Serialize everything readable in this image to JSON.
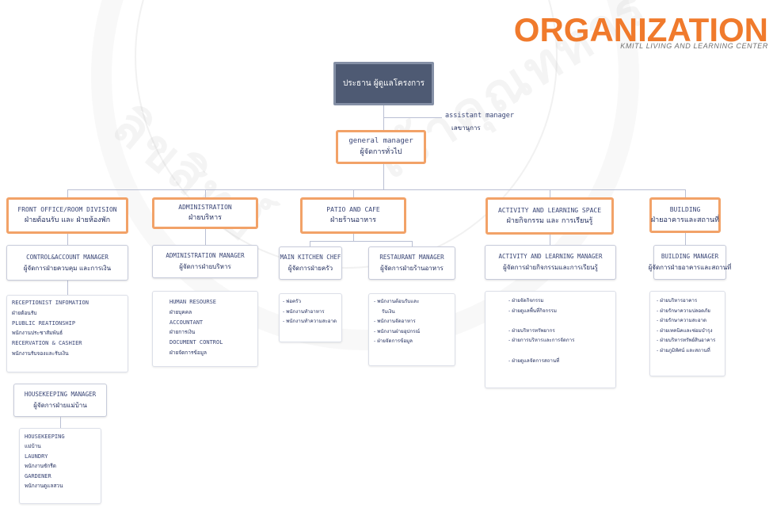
{
  "header": {
    "title": "ORGANIZATION",
    "subtitle": "KMITL LIVING AND LEARNING CENTER"
  },
  "top": {
    "label": "ประธาน ผู้ดูแลโครงการ"
  },
  "assistant": {
    "en": "assistant manager",
    "th": "เลขานุการ"
  },
  "gm": {
    "en": "general manager",
    "th": "ผู้จัดการทั่วไป"
  },
  "divisions": [
    {
      "en": "FRONT OFFICE/ROOM DIVISION",
      "th": "ฝ่ายต้อนรับ และ ฝ่ายห้องพัก"
    },
    {
      "en": "ADMINISTRATION",
      "th": "ฝ่ายบริหาร"
    },
    {
      "en": "PATIO AND CAFE",
      "th": "ฝ่ายร้านอาหาร"
    },
    {
      "en": "ACTIVITY AND LEARNING SPACE",
      "th": "ฝ่ายกิจกรรม และ การเรียนรู้"
    },
    {
      "en": "BUILDING",
      "th": "ฝ่ายอาคารและสถานที่"
    }
  ],
  "managers": {
    "control": {
      "en": "CONTROL&ACCOUNT MANAGER",
      "th": "ผู้จัดการฝ่ายควบคุม และการเงิน"
    },
    "admin": {
      "en": "ADMINISTRATION MANAGER",
      "th": "ผู้จัดการฝ่ายบริหาร"
    },
    "kitchen": {
      "en": "MAIN KITCHEN CHEF",
      "th": "ผู้จัดการฝ่ายครัว"
    },
    "restaurant": {
      "en": "RESTAURANT MANAGER",
      "th": "ผู้จัดการฝ่ายร้านอาหาร"
    },
    "activity": {
      "en": "ACTIVITY AND LEARNING MANAGER",
      "th": "ผู้จัดการฝ่ายกิจกรรมและการเรียนรู้"
    },
    "building": {
      "en": "BUILDING MANAGER",
      "th": "ผู้จัดการฝ่ายอาคารและสถานที่"
    },
    "housekeeping": {
      "en": "HOUSEKEEPING MANAGER",
      "th": "ผู้จัดการฝ่ายแม่บ้าน"
    }
  },
  "staff": {
    "front": [
      {
        "en": "RECEPTIONIST INFOMATION"
      },
      {
        "th": "ฝ่ายต้อนรับ"
      },
      {
        "en": "PLUBLIC REATIONSHIP"
      },
      {
        "th": "พนักงานประชาสัมพันธ์"
      },
      {
        "en": "RECERVATION & CASHIER"
      },
      {
        "th": "พนักงานรับจองและรับเงิน"
      }
    ],
    "admin": [
      {
        "en": "HUMAN RESOURSE"
      },
      {
        "th": "ฝ่ายบุคคล"
      },
      {
        "en": "ACCOUNTANT"
      },
      {
        "th": "ฝ่ายการเงิน"
      },
      {
        "en": "DOCUMENT CONTROL"
      },
      {
        "th": "ฝ่ายจัดการข้อมูล"
      }
    ],
    "kitchen": [
      "พ่อครัว",
      "พนักงานทำอาหาร",
      "พนักงานทำความสะอาด"
    ],
    "restaurant": [
      "พนักงานต้อนรับและ",
      "รับเงิน",
      "พนักงานจัดอาหาร",
      "พนักงานฝ่ายอุปกรณ์",
      "ฝ่ายจัดการข้อมูล"
    ],
    "activity": [
      "ฝ่ายจัดกิจกรรม",
      "ฝ่ายดูแลพื้นที่กิจกรรม",
      "",
      "ฝ่ายบริหารทรัพยากร",
      "ฝ่ายการบริหารและการจัดการ",
      "",
      "ฝ่ายดูแลจัดการสถานที่"
    ],
    "building": [
      "ฝ่ายบริหารอาคาร",
      "ฝ่ายรักษาความปลอดภัย",
      "ฝ่ายรักษาความสะอาด",
      "ฝ่ายเทคนิคและซ่อมบำรุง",
      "ฝ่ายบริหารทรัพย์สินอาคาร",
      "ฝ่ายภูมิทัศน์ และสถานที่"
    ],
    "housekeeping": [
      {
        "en": "HOUSEKEEPING"
      },
      {
        "th": "แม่บ้าน"
      },
      {
        "en": "LAUNDRY"
      },
      {
        "th": "พนักงานซักรีด"
      },
      {
        "en": "GARDENER"
      },
      {
        "th": "พนักงานดูแลสวน"
      }
    ]
  }
}
